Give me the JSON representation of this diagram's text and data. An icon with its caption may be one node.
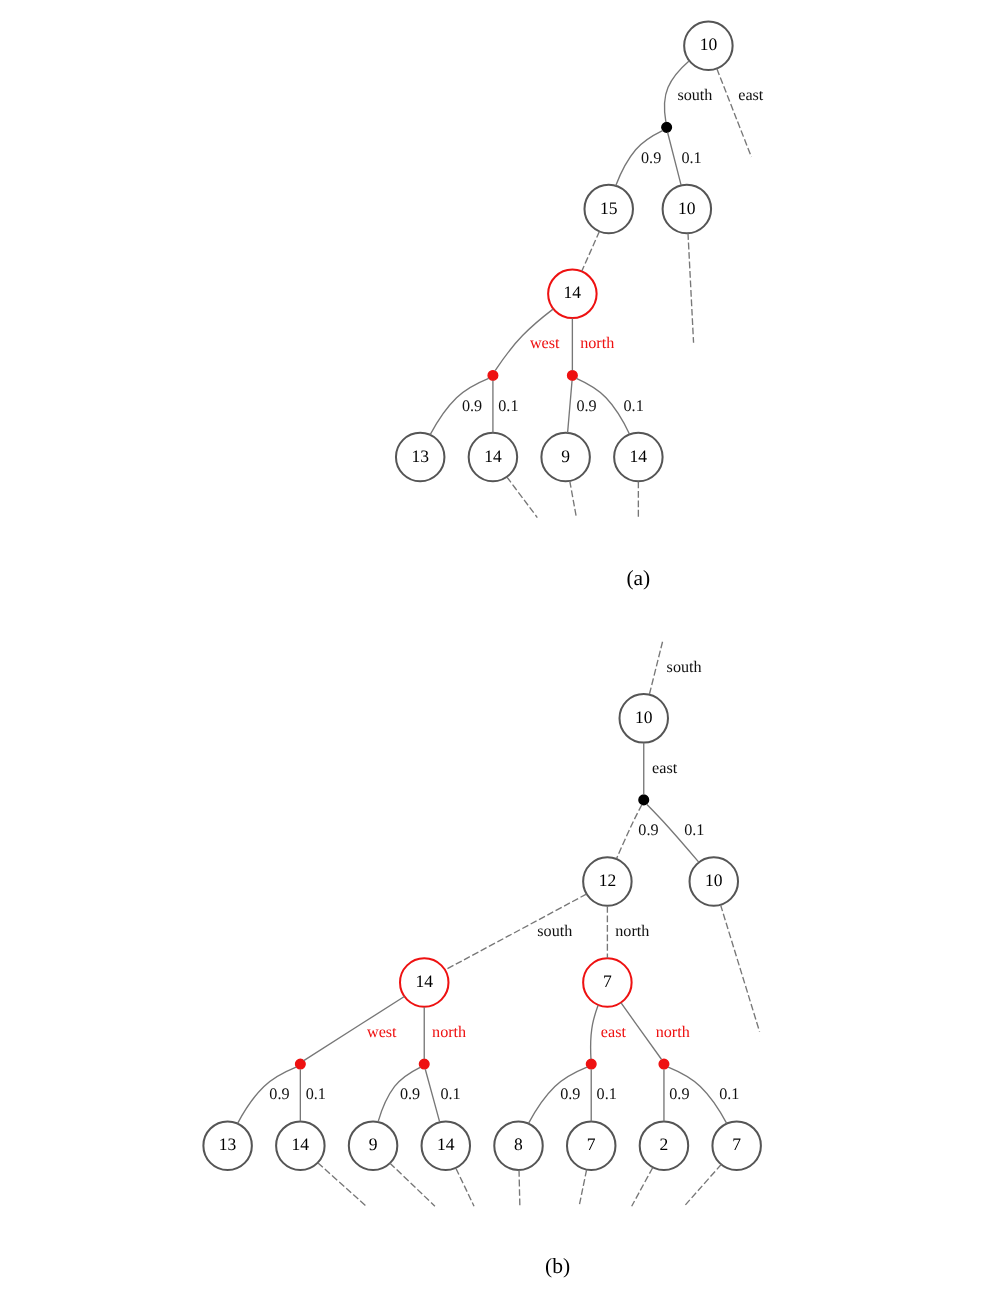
{
  "diagram": {
    "nodes": [
      {
        "text": [
          "10"
        ]
      },
      {
        "text": [],
        "shape": "circle"
      },
      {
        "text": [
          "15"
        ]
      },
      {
        "text": [
          "10"
        ]
      },
      {
        "text": [
          "14"
        ]
      },
      {
        "text": [],
        "shape": "circle"
      },
      {
        "text": [],
        "shape": "circle"
      },
      {
        "text": [
          "13"
        ]
      },
      {
        "text": [
          "14"
        ]
      },
      {
        "text": [
          "9"
        ]
      },
      {
        "text": [
          "14"
        ]
      },
      {
        "text": [
          "10"
        ]
      },
      {
        "text": [],
        "shape": "circle"
      },
      {
        "text": [
          "12"
        ]
      },
      {
        "text": [
          "10"
        ]
      },
      {
        "text": [
          "14"
        ]
      },
      {
        "text": [
          "7"
        ]
      },
      {
        "text": [],
        "shape": "circle"
      },
      {
        "text": [],
        "shape": "circle"
      },
      {
        "text": [],
        "shape": "circle"
      },
      {
        "text": [],
        "shape": "circle"
      },
      {
        "text": [
          "13"
        ]
      },
      {
        "text": [
          "14"
        ]
      },
      {
        "text": [
          "9"
        ]
      },
      {
        "text": [
          "14"
        ]
      },
      {
        "text": [
          "8"
        ]
      },
      {
        "text": [
          "7"
        ]
      },
      {
        "text": [
          "2"
        ]
      },
      {
        "text": [
          "7"
        ]
      }
    ],
    "edges": [
      {
        "from": 0,
        "to": 1,
        "arrow": "none",
        "label": "south"
      },
      {
        "from": 0,
        "to": null,
        "arrow": "none",
        "label": "east",
        "style": "dashed"
      },
      {
        "from": 1,
        "to": 2,
        "arrow": "none",
        "label": "0.9"
      },
      {
        "from": 1,
        "to": 3,
        "arrow": "none",
        "label": "0.1"
      },
      {
        "from": 2,
        "to": 4,
        "arrow": "none",
        "style": "dashed"
      },
      {
        "from": 3,
        "to": null,
        "arrow": "none",
        "style": "dashed"
      },
      {
        "from": 4,
        "to": 5,
        "arrow": "none",
        "label": "west"
      },
      {
        "from": 4,
        "to": 6,
        "arrow": "none",
        "label": "north"
      },
      {
        "from": 5,
        "to": 7,
        "arrow": "none",
        "label": "0.9"
      },
      {
        "from": 5,
        "to": 8,
        "arrow": "none",
        "label": "0.1"
      },
      {
        "from": 6,
        "to": 9,
        "arrow": "none",
        "label": "0.9"
      },
      {
        "from": 6,
        "to": 10,
        "arrow": "none",
        "label": "0.1"
      },
      {
        "from": 8,
        "to": null,
        "arrow": "none",
        "style": "dashed"
      },
      {
        "from": 9,
        "to": null,
        "arrow": "none",
        "style": "dashed"
      },
      {
        "from": 10,
        "to": null,
        "arrow": "none",
        "style": "dashed"
      },
      {
        "from": null,
        "to": 11,
        "arrow": "none",
        "label": "south",
        "style": "dashed"
      },
      {
        "from": 11,
        "to": 12,
        "arrow": "none",
        "label": "east"
      },
      {
        "from": 12,
        "to": 13,
        "arrow": "none",
        "label": "0.9",
        "style": "dashed"
      },
      {
        "from": 12,
        "to": 14,
        "arrow": "none",
        "label": "0.1"
      },
      {
        "from": 14,
        "to": null,
        "arrow": "none",
        "style": "dashed"
      },
      {
        "from": 13,
        "to": 15,
        "arrow": "none",
        "label": "south",
        "style": "dashed"
      },
      {
        "from": 13,
        "to": 16,
        "arrow": "none",
        "label": "north",
        "style": "dashed"
      },
      {
        "from": 15,
        "to": 17,
        "arrow": "none",
        "label": "west"
      },
      {
        "from": 15,
        "to": 18,
        "arrow": "none",
        "label": "north"
      },
      {
        "from": 16,
        "to": 19,
        "arrow": "none",
        "label": "east"
      },
      {
        "from": 16,
        "to": 20,
        "arrow": "none",
        "label": "north"
      },
      {
        "from": 17,
        "to": 21,
        "arrow": "none",
        "label": "0.9"
      },
      {
        "from": 17,
        "to": 22,
        "arrow": "none",
        "label": "0.1"
      },
      {
        "from": 18,
        "to": 23,
        "arrow": "none",
        "label": "0.9"
      },
      {
        "from": 18,
        "to": 24,
        "arrow": "none",
        "label": "0.1"
      },
      {
        "from": 19,
        "to": 25,
        "arrow": "none",
        "label": "0.9"
      },
      {
        "from": 19,
        "to": 26,
        "arrow": "none",
        "label": "0.1"
      },
      {
        "from": 20,
        "to": 27,
        "arrow": "none",
        "label": "0.9"
      },
      {
        "from": 20,
        "to": 28,
        "arrow": "none",
        "label": "0.1"
      },
      {
        "from": 22,
        "to": null,
        "arrow": "none",
        "style": "dashed"
      },
      {
        "from": 23,
        "to": null,
        "arrow": "none",
        "style": "dashed"
      },
      {
        "from": 24,
        "to": null,
        "arrow": "none",
        "style": "dashed"
      },
      {
        "from": 25,
        "to": null,
        "arrow": "none",
        "style": "dashed"
      },
      {
        "from": 26,
        "to": null,
        "arrow": "none",
        "style": "dashed"
      },
      {
        "from": 27,
        "to": null,
        "arrow": "none",
        "style": "dashed"
      },
      {
        "from": 28,
        "to": null,
        "arrow": "none",
        "style": "dashed"
      }
    ],
    "labels": [
      "(a)",
      "(b)"
    ]
  }
}
